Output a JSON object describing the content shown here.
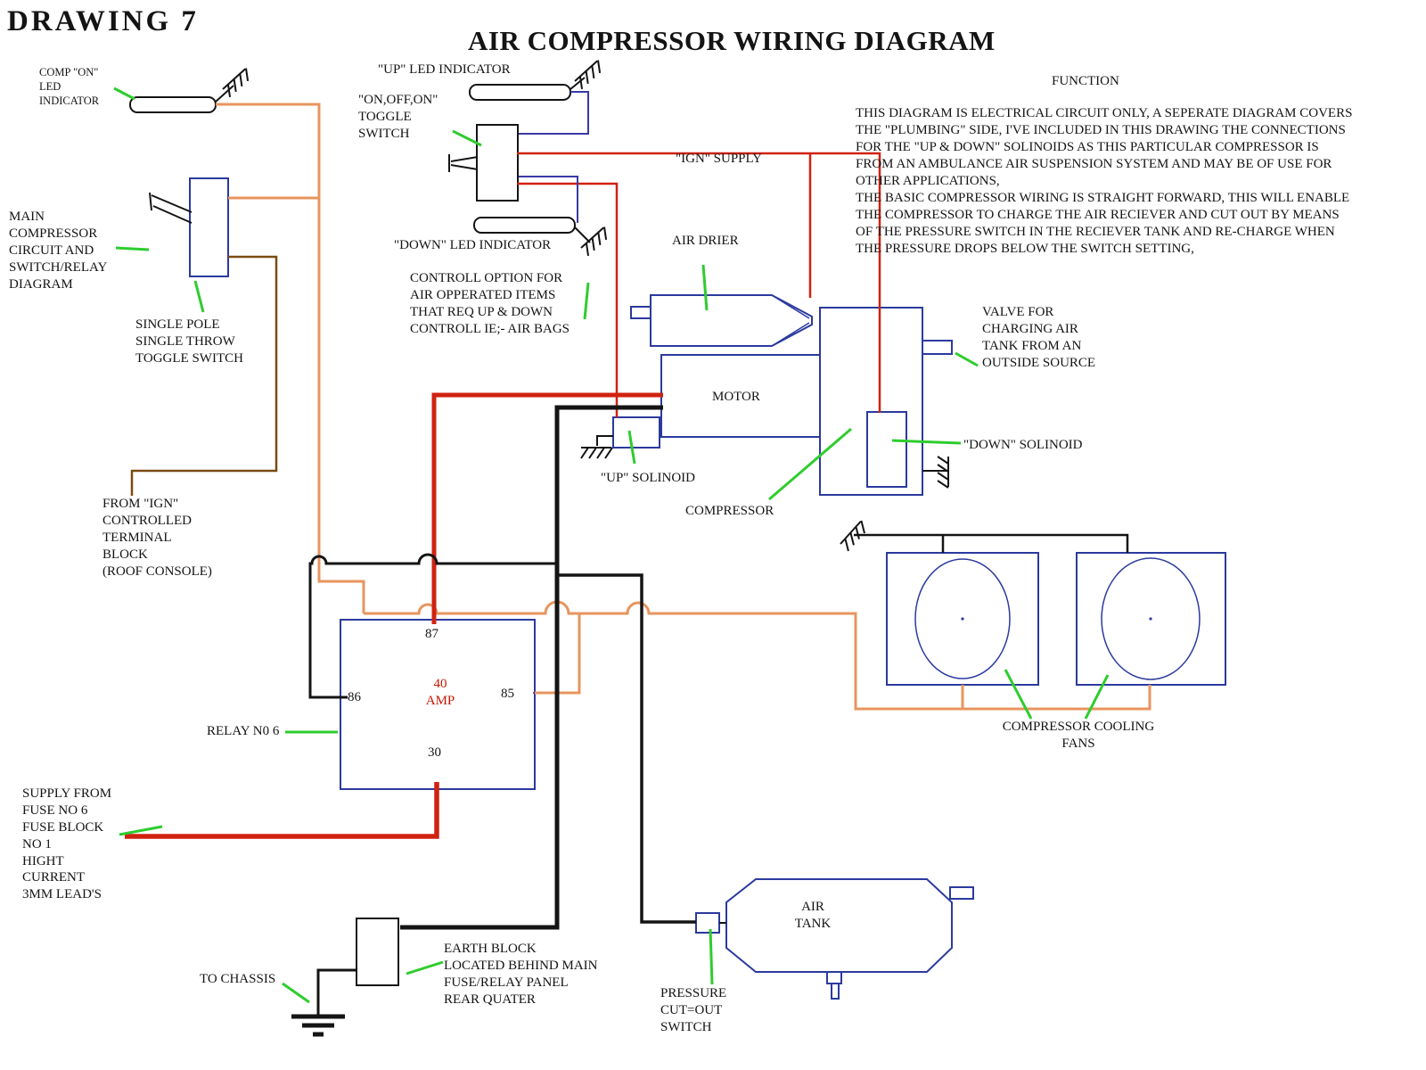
{
  "drawing_label": "DRAWING  7",
  "title": "AIR COMPRESSOR WIRING DIAGRAM",
  "labels": {
    "comp_on_led": "COMP \"ON\"\nLED\nINDICATOR",
    "up_led": "\"UP\" LED INDICATOR",
    "toggle_switch": "\"ON,OFF,ON\"\nTOGGLE\nSWITCH",
    "ign_supply": "\"IGN\" SUPPLY",
    "down_led": "\"DOWN\" LED INDICATOR",
    "main_circuit": "MAIN\nCOMPRESSOR\nCIRCUIT AND\nSWITCH/RELAY\nDIAGRAM",
    "spst": "SINGLE POLE\nSINGLE THROW\nTOGGLE SWITCH",
    "controll_option": "CONTROLL OPTION FOR\nAIR OPPERATED ITEMS\nTHAT REQ UP & DOWN\nCONTROLL IE;- AIR BAGS",
    "air_drier": "AIR DRIER",
    "function_title": "FUNCTION",
    "function_text": "THIS DIAGRAM IS ELECTRICAL CIRCUIT ONLY, A SEPERATE DIAGRAM COVERS\nTHE \"PLUMBING\" SIDE, I'VE INCLUDED IN THIS DRAWING THE CONNECTIONS\nFOR THE \"UP & DOWN\" SOLINOIDS AS THIS PARTICULAR COMPRESSOR IS\nFROM AN AMBULANCE AIR SUSPENSION SYSTEM AND MAY BE OF USE FOR\nOTHER APPLICATIONS,\nTHE BASIC COMPRESSOR WIRING IS STRAIGHT FORWARD, THIS WILL ENABLE\nTHE COMPRESSOR TO CHARGE THE AIR RECIEVER AND CUT OUT BY MEANS\nOF THE PRESSURE SWITCH IN THE RECIEVER TANK AND RE-CHARGE WHEN\nTHE PRESSURE DROPS BELOW THE SWITCH SETTING,",
    "valve": "VALVE FOR\nCHARGING AIR\nTANK FROM AN\nOUTSIDE SOURCE",
    "motor": "MOTOR",
    "down_solinoid": "\"DOWN\" SOLINOID",
    "up_solinoid": "\"UP\" SOLINOID",
    "compressor": "COMPRESSOR",
    "from_ign": "FROM \"IGN\"\nCONTROLLED\nTERMINAL\nBLOCK\n(ROOF CONSOLE)",
    "relay": "RELAY N0 6",
    "pin87": "87",
    "pin86": "86",
    "pin85": "85",
    "pin30": "30",
    "relay_rating": "40\nAMP",
    "cooling_fans": "COMPRESSOR COOLING\nFANS",
    "supply": "SUPPLY FROM\nFUSE NO 6\nFUSE BLOCK\nNO 1\nHIGHT\nCURRENT\n3MM LEAD'S",
    "to_chassis": "TO CHASSIS",
    "earth_block": "EARTH BLOCK\nLOCATED BEHIND MAIN\nFUSE/RELAY PANEL\nREAR QUATER",
    "pressure_switch": "PRESSURE\nCUT=OUT\nSWITCH",
    "air_tank": "AIR\nTANK"
  },
  "colors": {
    "wire_orange": "#e8945e",
    "wire_red": "#d02210",
    "wire_black": "#141414",
    "wire_blue": "#3a3aa6",
    "wire_brown": "#7b4a12",
    "annotation_green": "#2ecc2e",
    "component_outline": "#2b3a9e"
  }
}
